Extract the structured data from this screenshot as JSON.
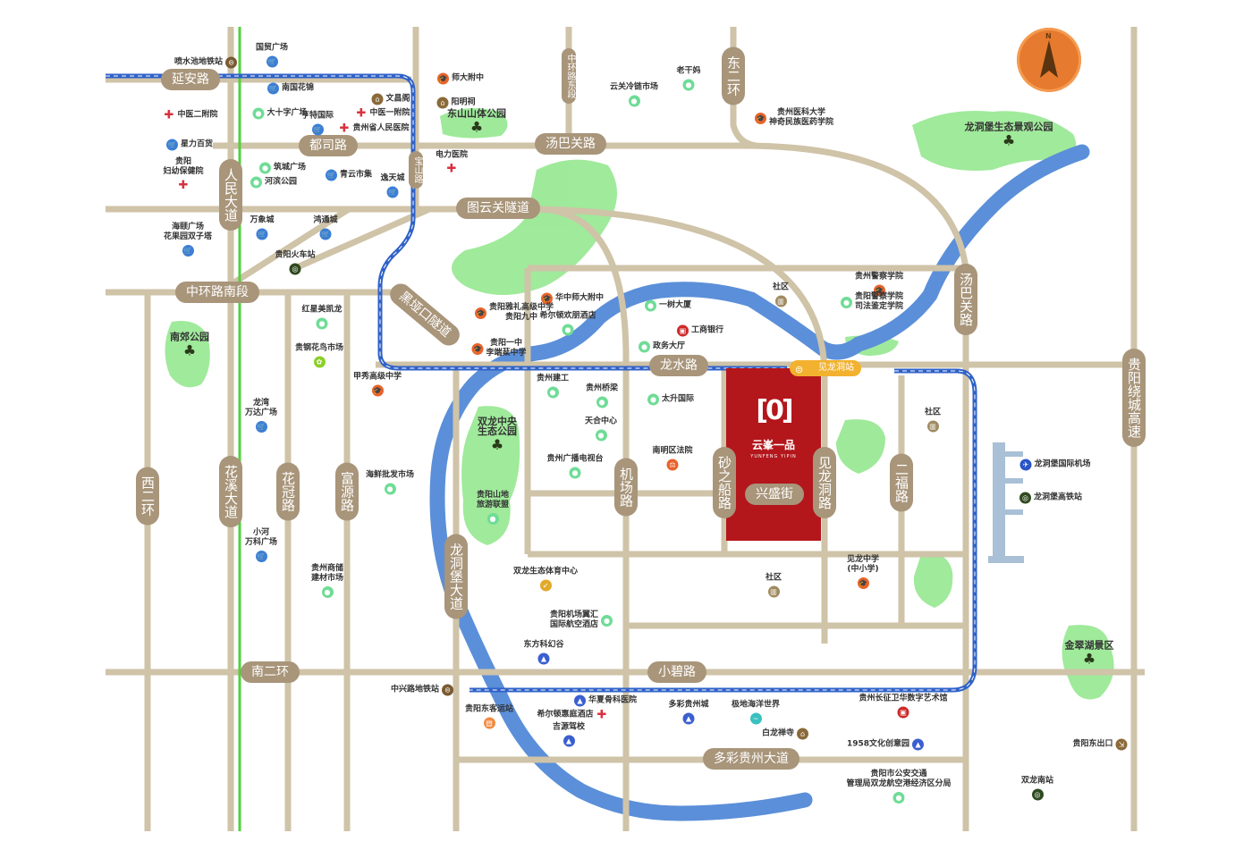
{
  "colors": {
    "road": "#cfc3a8",
    "road_label": "#a8957a",
    "river": "#5b8fd9",
    "metro": "#2f62c8",
    "green_line": "#52d13c",
    "park": "#8fe68a",
    "project": "#b3161b",
    "station": "#f2b12e",
    "compass": "#e67a2e"
  },
  "compass": {
    "label": "N"
  },
  "project": {
    "name": "云峯一品",
    "name_en": "YUNFENG YIPIN",
    "logo": "[0]"
  },
  "station": {
    "label": "见龙洞站",
    "icon": "metro-icon"
  },
  "roads": [
    {
      "name": "延安路"
    },
    {
      "name": "都司路"
    },
    {
      "name": "汤巴关路"
    },
    {
      "name": "图云关隧道"
    },
    {
      "name": "中环路南段"
    },
    {
      "name": "黑垭口隧道"
    },
    {
      "name": "龙水路"
    },
    {
      "name": "小碧路"
    },
    {
      "name": "南二环"
    },
    {
      "name": "多彩贵州大道"
    },
    {
      "name": "兴盛街"
    },
    {
      "name": "中环路东段"
    },
    {
      "name": "东二环"
    },
    {
      "name": "人民大道"
    },
    {
      "name": "宝山路"
    },
    {
      "name": "汤巴关路"
    },
    {
      "name": "贵阳绕城高速"
    },
    {
      "name": "西二环"
    },
    {
      "name": "花溪大道"
    },
    {
      "name": "花冠路"
    },
    {
      "name": "富源路"
    },
    {
      "name": "龙洞堡大道"
    },
    {
      "name": "机场路"
    },
    {
      "name": "砂之船路"
    },
    {
      "name": "见龙洞路"
    },
    {
      "name": "二福路"
    }
  ],
  "pois": [
    {
      "name": "喷水池地铁站",
      "type": "metro"
    },
    {
      "name": "国贸广场",
      "type": "shop"
    },
    {
      "name": "南国花锦",
      "type": "shop"
    },
    {
      "name": "中医二附院",
      "type": "hospital"
    },
    {
      "name": "大十字广场",
      "type": "landmark"
    },
    {
      "name": "亨特国际",
      "type": "shop"
    },
    {
      "name": "文昌阁",
      "type": "temple"
    },
    {
      "name": "中医一附院",
      "type": "hospital"
    },
    {
      "name": "贵州省人民医院",
      "type": "hospital"
    },
    {
      "name": "师大附中",
      "type": "school"
    },
    {
      "name": "阳明祠",
      "type": "temple"
    },
    {
      "name": "东山山体公园",
      "type": "park"
    },
    {
      "name": "星力百货",
      "type": "shop"
    },
    {
      "name": "贵阳\n妇幼保健院",
      "type": "hospital"
    },
    {
      "name": "筑城广场",
      "type": "landmark"
    },
    {
      "name": "河滨公园",
      "type": "landmark"
    },
    {
      "name": "青云市集",
      "type": "shop"
    },
    {
      "name": "逸天城",
      "type": "shop"
    },
    {
      "name": "电力医院",
      "type": "hospital"
    },
    {
      "name": "万象城",
      "type": "shop"
    },
    {
      "name": "鸿通城",
      "type": "shop"
    },
    {
      "name": "海颐广场\n花果园双子塔",
      "type": "shop"
    },
    {
      "name": "贵阳火车站",
      "type": "train"
    },
    {
      "name": "老干妈",
      "type": "landmark"
    },
    {
      "name": "云关冷链市场",
      "type": "landmark"
    },
    {
      "name": "贵州医科大学\n神奇民族医药学院",
      "type": "school"
    },
    {
      "name": "龙洞堡生态景观公园",
      "type": "park"
    },
    {
      "name": "一树大厦",
      "type": "landmark"
    },
    {
      "name": "社区",
      "type": "building"
    },
    {
      "name": "贵州警察学院",
      "type": "school"
    },
    {
      "name": "贵阳警察学院\n司法鉴定学院",
      "type": "landmark"
    },
    {
      "name": "华中师大附中",
      "type": "school"
    },
    {
      "name": "贵阳雅礼高级中学\n贵阳九中",
      "type": "school"
    },
    {
      "name": "希尔顿欢朋酒店",
      "type": "landmark"
    },
    {
      "name": "贵阳一中\n李端棻中学",
      "type": "school"
    },
    {
      "name": "工商银行",
      "type": "bank"
    },
    {
      "name": "政务大厅",
      "type": "landmark"
    },
    {
      "name": "红星美凯龙",
      "type": "landmark"
    },
    {
      "name": "贵钢花鸟市场",
      "type": "market"
    },
    {
      "name": "甲秀高级中学",
      "type": "school"
    },
    {
      "name": "南郊公园",
      "type": "park"
    },
    {
      "name": "龙湾\n万达广场",
      "type": "shop"
    },
    {
      "name": "海鲜批发市场",
      "type": "landmark"
    },
    {
      "name": "小河\n万科广场",
      "type": "shop"
    },
    {
      "name": "贵州商储\n建材市场",
      "type": "landmark"
    },
    {
      "name": "贵州建工",
      "type": "landmark"
    },
    {
      "name": "贵州桥梁",
      "type": "landmark"
    },
    {
      "name": "太升国际",
      "type": "landmark"
    },
    {
      "name": "天合中心",
      "type": "landmark"
    },
    {
      "name": "贵州广播电视台",
      "type": "landmark"
    },
    {
      "name": "南明区法院",
      "type": "court"
    },
    {
      "name": "双龙中央\n生态公园",
      "type": "park"
    },
    {
      "name": "贵阳山地\n旅游联盟",
      "type": "landmark"
    },
    {
      "name": "社区",
      "type": "building"
    },
    {
      "name": "金翠湖景区",
      "type": "park"
    },
    {
      "name": "龙洞堡国际机场",
      "type": "airport"
    },
    {
      "name": "龙洞堡高铁站",
      "type": "train"
    },
    {
      "name": "见龙中学\n(中小学)",
      "type": "school"
    },
    {
      "name": "双龙生态体育中心",
      "type": "sport"
    },
    {
      "name": "贵阳机场翼汇\n国际航空酒店",
      "type": "landmark"
    },
    {
      "name": "东方科幻谷",
      "type": "venue"
    },
    {
      "name": "社区",
      "type": "building"
    },
    {
      "name": "中兴路地铁站",
      "type": "metro"
    },
    {
      "name": "贵阳东客运站",
      "type": "bus"
    },
    {
      "name": "华夏骨科医院",
      "type": "venue"
    },
    {
      "name": "希尔顿惠庭酒店",
      "type": "hospital"
    },
    {
      "name": "吉源驾校",
      "type": "venue"
    },
    {
      "name": "多彩贵州城",
      "type": "venue"
    },
    {
      "name": "极地海洋世界",
      "type": "aquarium"
    },
    {
      "name": "白龙禅寺",
      "type": "temple"
    },
    {
      "name": "贵州长征卫华数字艺术馆",
      "type": "bank"
    },
    {
      "name": "1958文化创意园",
      "type": "venue"
    },
    {
      "name": "贵阳东出口",
      "type": "exit"
    },
    {
      "name": "贵阳市公安交通\n管理局双龙航空港经济区分局",
      "type": "landmark"
    },
    {
      "name": "双龙南站",
      "type": "train"
    }
  ]
}
